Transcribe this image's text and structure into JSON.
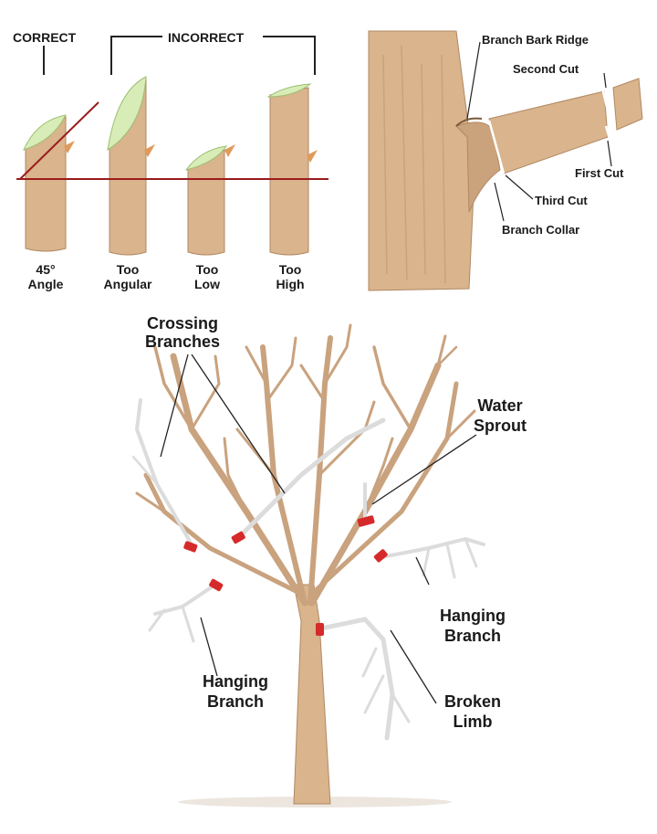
{
  "top_left": {
    "header_correct": "CORRECT",
    "header_incorrect": "INCORRECT",
    "stems": [
      {
        "line1": "45°",
        "line2": "Angle"
      },
      {
        "line1": "Too",
        "line2": "Angular"
      },
      {
        "line1": "Too",
        "line2": "Low"
      },
      {
        "line1": "Too",
        "line2": "High"
      }
    ]
  },
  "top_right": {
    "branch_bark_ridge": "Branch Bark Ridge",
    "second_cut": "Second Cut",
    "first_cut": "First Cut",
    "third_cut": "Third Cut",
    "branch_collar": "Branch Collar"
  },
  "tree": {
    "crossing_branches": {
      "line1": "Crossing",
      "line2": "Branches"
    },
    "water_sprout": {
      "line1": "Water",
      "line2": "Sprout"
    },
    "hanging_branch_right": {
      "line1": "Hanging",
      "line2": "Branch"
    },
    "hanging_branch_left": {
      "line1": "Hanging",
      "line2": "Branch"
    },
    "broken_limb": {
      "line1": "Broken",
      "line2": "Limb"
    }
  },
  "colors": {
    "wood": "#d9b48c",
    "wood_dark": "#b08863",
    "cut_face": "#d8ecb8",
    "guide_line": "#9a1c1c",
    "cut_mark": "#d62a2a",
    "dead_wood": "#dcdcdc"
  }
}
